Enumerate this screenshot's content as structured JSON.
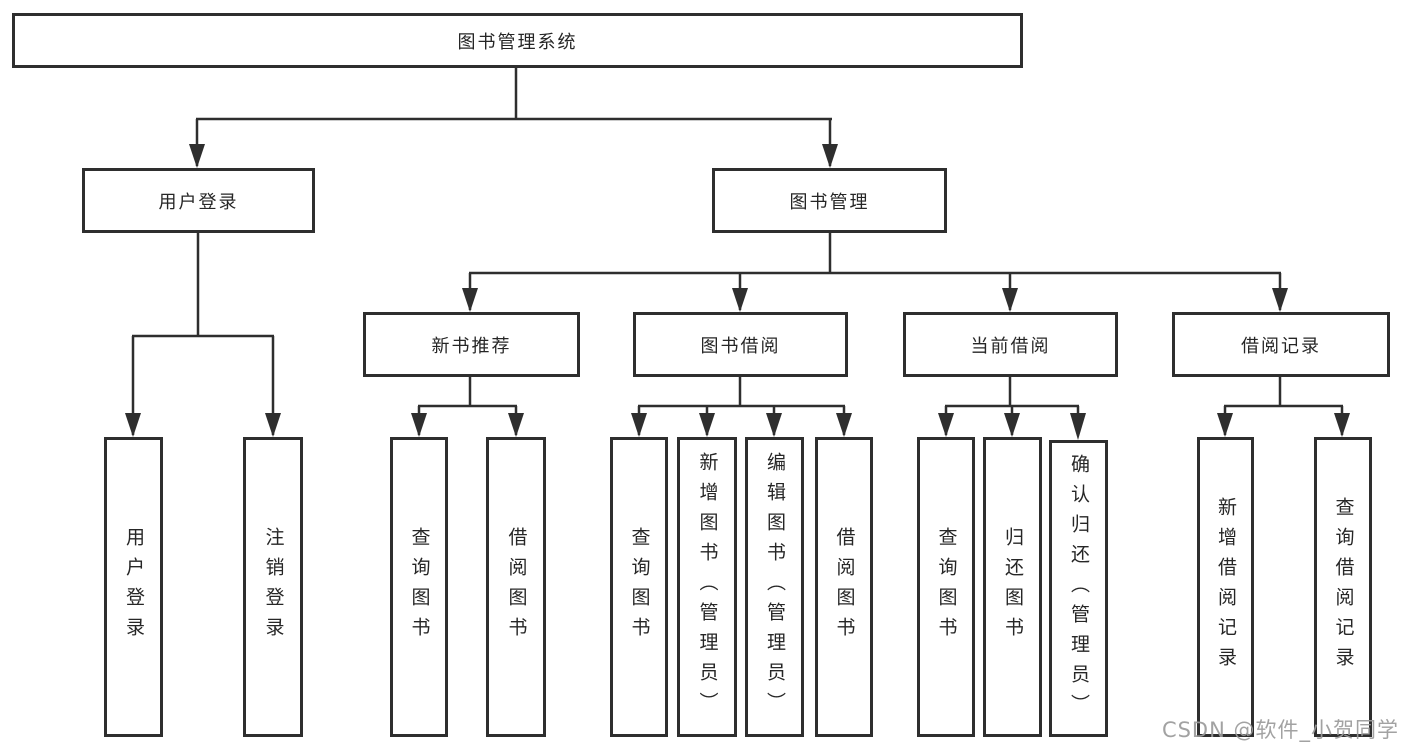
{
  "diagram": {
    "type": "org-hierarchy",
    "root": {
      "label": "图书管理系统",
      "children": [
        {
          "label": "用户登录",
          "children": [
            {
              "label": "用户登录"
            },
            {
              "label": "注销登录"
            }
          ]
        },
        {
          "label": "图书管理",
          "children": [
            {
              "label": "新书推荐",
              "children": [
                {
                  "label": "查询图书"
                },
                {
                  "label": "借阅图书"
                }
              ]
            },
            {
              "label": "图书借阅",
              "children": [
                {
                  "label": "查询图书"
                },
                {
                  "label": "新增图书（管理员）"
                },
                {
                  "label": "编辑图书（管理员）"
                },
                {
                  "label": "借阅图书"
                }
              ]
            },
            {
              "label": "当前借阅",
              "children": [
                {
                  "label": "查询图书"
                },
                {
                  "label": "归还图书"
                },
                {
                  "label": "确认归还（管理员）"
                }
              ]
            },
            {
              "label": "借阅记录",
              "children": [
                {
                  "label": "新增借阅记录"
                },
                {
                  "label": "查询借阅记录"
                }
              ]
            }
          ]
        }
      ]
    }
  },
  "watermark": {
    "text": "CSDN @软件_小贺同学",
    "color": "#9b9b9b"
  },
  "colors": {
    "line": "#2e2e2e",
    "text": "#262626",
    "background": "#ffffff"
  }
}
